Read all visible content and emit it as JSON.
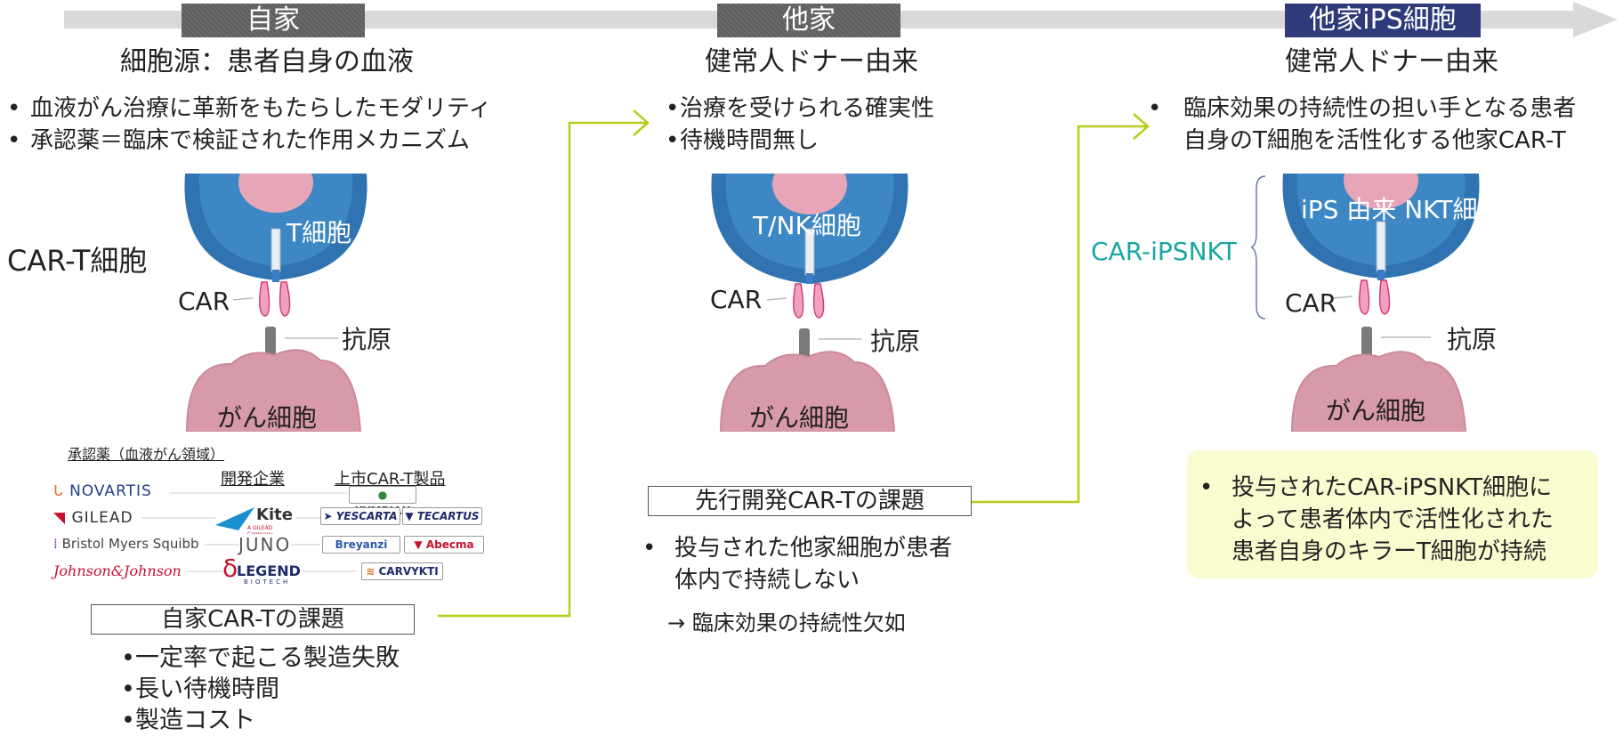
{
  "columns": {
    "autologous": {
      "tag": "自家",
      "subtitle": "細胞源：患者自身の血液",
      "bullets": [
        "血液がん治療に革新をもたらしたモダリティ",
        "承認薬＝臨床で検証された作用メカニズム"
      ],
      "cell_type": "CAR-T細胞",
      "cell_label": "T細胞",
      "car_label": "CAR",
      "antigen_label": "抗原",
      "cancer_label": "がん細胞",
      "approved": {
        "section_title": "承認薬（血液がん領域）",
        "company_header": "開発企業",
        "product_header": "上市CAR-T製品",
        "companies": [
          "NOVARTIS",
          "GILEAD",
          "Bristol Myers Squibb",
          "Johnson&Johnson"
        ],
        "developers": [
          "Kite",
          "A GILEAD Company",
          "JUNO",
          "LEGEND",
          "BIOTECH"
        ],
        "products": [
          "KYMRIAH",
          "YESCARTA",
          "TECARTUS",
          "Breyanzi",
          "Abecma",
          "CARVYKTI"
        ]
      },
      "issue_title": "自家CAR-Tの課題",
      "issues": [
        "一定率で起こる製造失敗",
        "長い待機時間",
        "製造コスト"
      ]
    },
    "allogeneic": {
      "tag": "他家",
      "subtitle": "健常人ドナー由来",
      "bullets": [
        "治療を受けられる確実性",
        "待機時間無し"
      ],
      "cell_label": "T/NK細胞",
      "car_label": "CAR",
      "antigen_label": "抗原",
      "cancer_label": "がん細胞",
      "issue_title": "先行開発CAR-Tの課題",
      "issue_text": "投与された他家細胞が患者体内で持続しない",
      "issue_line1": "投与された他家細胞が患者",
      "issue_line2": "体内で持続しない",
      "conclusion": "→ 臨床効果の持続性欠如"
    },
    "ips": {
      "tag": "他家iPS細胞",
      "subtitle": "健常人ドナー由来",
      "bullet_line1": "臨床効果の持続性の担い手となる患者",
      "bullet_line2": "自身のT細胞を活性化する他家CAR-T",
      "cell_type": "CAR-iPSNKT",
      "cell_label": "iPS 由来 NKT細",
      "car_label": "CAR",
      "antigen_label": "抗原",
      "cancer_label": "がん細胞",
      "note_line1": "投与されたCAR-iPSNKT細胞に",
      "note_line2": "よって患者体内で活性化された",
      "note_line3": "患者自身のキラーT細胞が持続"
    }
  },
  "colors": {
    "arrow": "#d9d9d9",
    "connector": "#b8cc1c",
    "accent_teal": "#1aa6a0",
    "tag_gray": "#5e5e5e",
    "tag_navy": "#2e3a7a",
    "note_bg": "#fafcd0"
  }
}
